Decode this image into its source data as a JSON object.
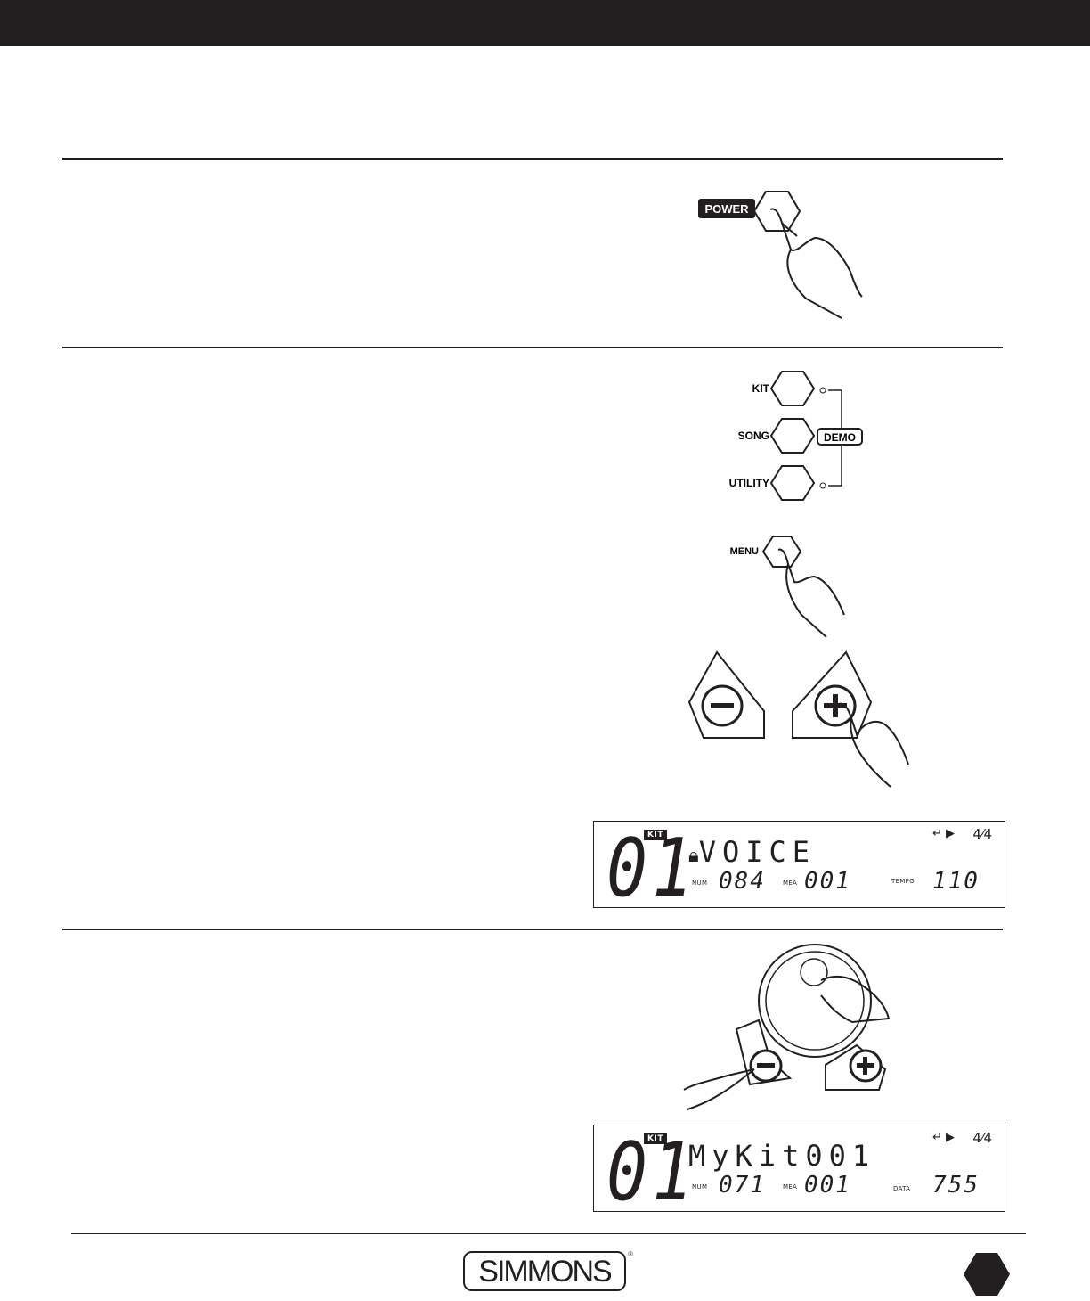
{
  "figures": {
    "power_button": {
      "label": "POWER"
    },
    "kit_buttons": {
      "kit": "KIT",
      "song": "SONG",
      "utility": "UTILITY",
      "demo": "DEMO"
    },
    "menu_button": {
      "label": "MENU"
    }
  },
  "lcd1": {
    "badge": "KIT",
    "tsig": "4⁄4",
    "kit_number": "01",
    "main_text": "VOICE",
    "num_label": "NUM",
    "num_value": "084",
    "mea_label": "MEA",
    "mea_value": "001",
    "right_label": "TEMPO",
    "right_value": "110"
  },
  "lcd2": {
    "badge": "KIT",
    "tsig": "4⁄4",
    "kit_number": "01",
    "main_text": "MyKit001",
    "num_label": "NUM",
    "num_value": "071",
    "mea_label": "MEA",
    "mea_value": "001",
    "right_label": "DATA",
    "right_value": "755"
  },
  "footer": {
    "logo": "SIMMONS",
    "logo_reg": "®"
  }
}
